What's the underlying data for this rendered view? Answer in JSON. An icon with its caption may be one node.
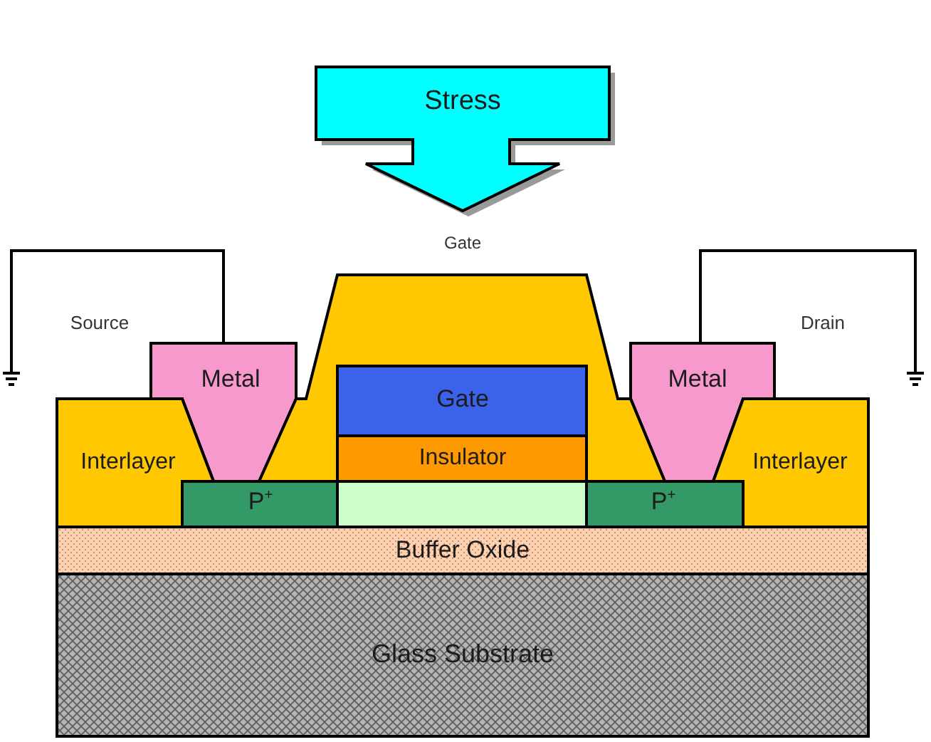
{
  "diagram": {
    "nodes": [
      {
        "text": [
          "Stress"
        ]
      },
      {
        "text": [
          "Metal"
        ]
      },
      {
        "text": [
          "Metal"
        ]
      },
      {
        "text": [
          "Interlayer"
        ]
      },
      {
        "text": [],
        "shape": "trapezoid"
      },
      {
        "text": [
          "Interlayer"
        ]
      },
      {
        "text": [
          "Gate"
        ]
      },
      {
        "text": [
          "Insulator"
        ]
      },
      {
        "text": [
          "P$^{+}$"
        ]
      },
      {
        "text": [],
        "shape": "box"
      },
      {
        "text": [
          "P$^{+}$"
        ]
      },
      {
        "text": [
          "Buffer Oxide"
        ]
      },
      {
        "text": [
          "Glass Substrate"
        ]
      },
      {
        "text": [],
        "shape": "ground"
      },
      {
        "text": [],
        "shape": "ground"
      }
    ],
    "edges": [
      {
        "from": 1,
        "to": 13,
        "arrow": "none"
      },
      {
        "from": 2,
        "to": 14,
        "arrow": "none"
      }
    ],
    "labels": [
      "Gate",
      "Source",
      "Drain"
    ]
  }
}
